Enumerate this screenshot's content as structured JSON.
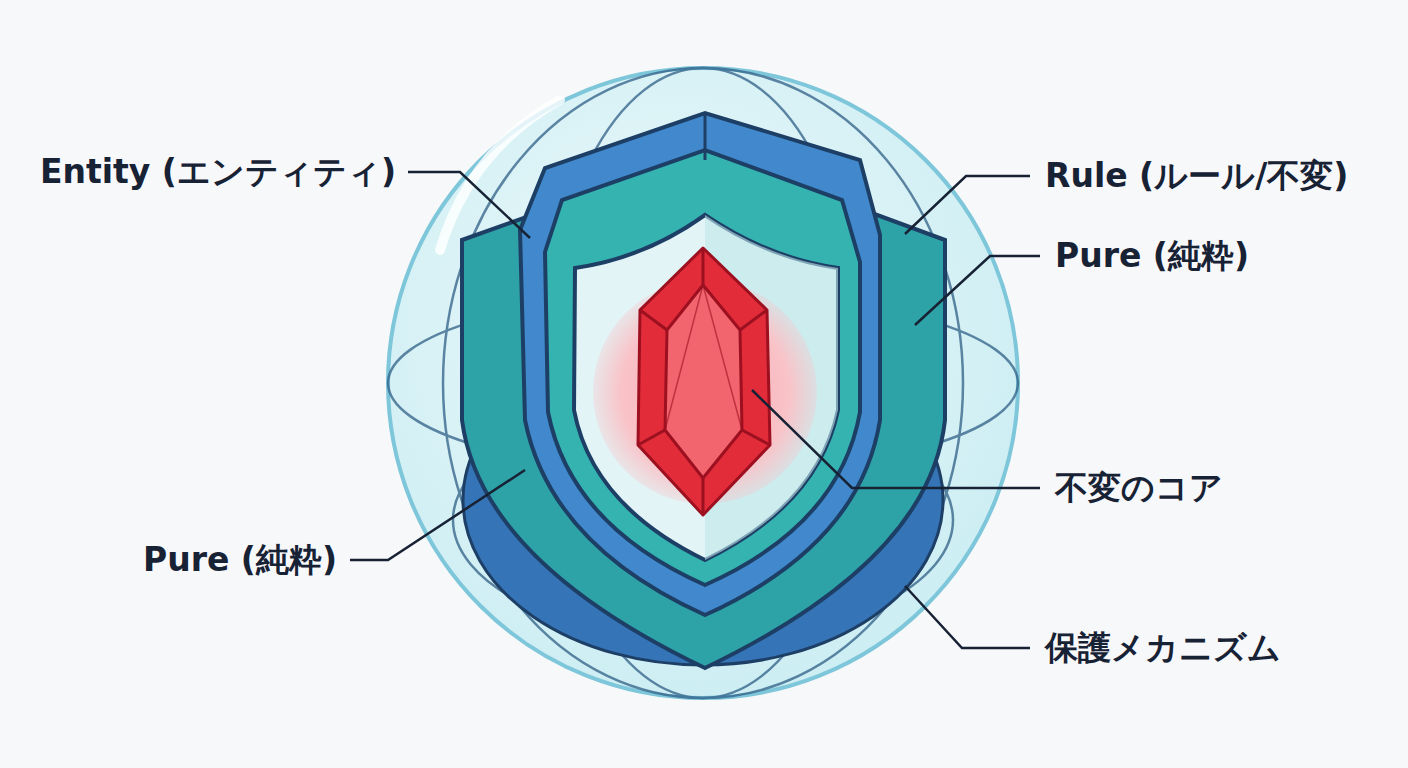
{
  "diagram": {
    "labels": [
      "Entity (エンティティ)",
      "Rule (ルール/不変)",
      "Pure (純粋)",
      "不変のコア",
      "Pure (純粋)",
      "保護メカニズム"
    ]
  }
}
